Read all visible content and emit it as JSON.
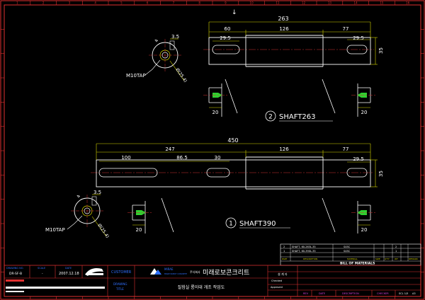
{
  "theme": {
    "background": "#000000",
    "border": "#e03030",
    "geometry": "#ffffff",
    "dimension": "#d8d800",
    "center": "#d03030",
    "hidden": "#2aa0e0",
    "highlight": "#30d030",
    "titleblock_text": "#3070ff"
  },
  "frame": {
    "col_numbers": [
      "1",
      "2",
      "3",
      "4",
      "5",
      "6",
      "7",
      "8",
      "9",
      "10",
      "11",
      "12",
      "13",
      "14",
      "15",
      "16"
    ],
    "row_letters": [
      "A",
      "B",
      "C",
      "D",
      "E",
      "F",
      "G",
      "H",
      "I",
      "J",
      "K",
      "L"
    ],
    "cursor_symbol": "↓"
  },
  "shaft263": {
    "tag": "2",
    "name": "SHAFT263",
    "overall": "263",
    "seg_left": "60",
    "seg_mid": "126",
    "seg_right": "77",
    "key_left": "29.5",
    "key_right": "29.5",
    "dia": "35",
    "section_width": "20"
  },
  "shaft390": {
    "tag": "1",
    "name": "SHAFT390",
    "overall": "450",
    "seg_a": "247",
    "seg_b": "126",
    "seg_c": "77",
    "seg_d": "100",
    "seg_e": "86.5",
    "seg_f": "30",
    "key_right": "29.5",
    "dia": "35",
    "section_width_left": "20",
    "section_width_right": "20"
  },
  "end_view_top": {
    "dim_a": "3.5",
    "dim_b": "4",
    "tap_label": "M10TAP",
    "pcd": "Ø(25.4)"
  },
  "end_view_bottom": {
    "dim_a": "3.5",
    "dim_b": "4",
    "tap_label": "M10TAP",
    "pcd": "Ø(25.4)"
  },
  "bom": {
    "title": "BILL   OF   MATERIALS",
    "rows": [
      {
        "no": "2",
        "desc": "SHAFT, 60-263L-35",
        "mat": "S45C",
        "qty": "2"
      },
      {
        "no": "1",
        "desc": "SHAFT, 60-390L-35",
        "mat": "S45C",
        "qty": "1"
      }
    ],
    "header": {
      "no": "PART",
      "desc": "DESCRIPTION",
      "mat": "MATERIAL",
      "size": "SIZE",
      "qty": "Q'TY",
      "wt": "WT",
      "rem": "REMARK"
    }
  },
  "title_block": {
    "drawing_no_label": "DRAWING NO.",
    "drawing_no": "DR-SF-B",
    "scale_label": "SCALE",
    "scale": "-",
    "date_label": "DATE",
    "date": "2007.12.18",
    "customer_label": "CUSTOMER",
    "company_small": "MIRAE ROBOT CONCRETE",
    "company_kr": "주식회사",
    "company_name": "미래로보콘크리트",
    "drawing_title_label1": "DRAWING",
    "drawing_title_label2": "TITLE",
    "drawing_title": "질험실 롱이대 개조 작업도",
    "drawn": "설 계 자",
    "checked": "Checked",
    "approved": "Approved",
    "rev_label": "REV",
    "date_col": "DATE",
    "desc_col": "DESCRIPTION",
    "checker_col": "CHECKER",
    "sheet_scale": "SCL 1/5",
    "sheet_size": "A3",
    "logo_small": "MIRAE"
  }
}
